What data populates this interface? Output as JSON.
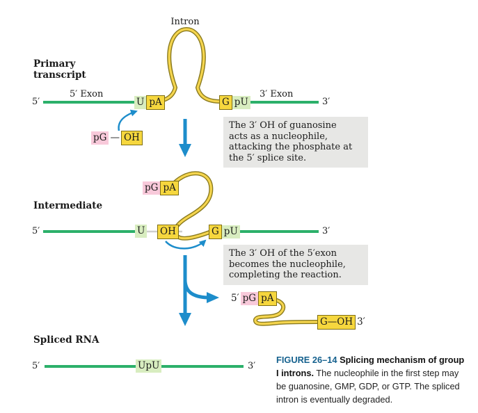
{
  "title": "Splicing mechanism of group I introns",
  "colors": {
    "rna_green": "#2cb06a",
    "intron_yellow": "#f5d54e",
    "intron_outline": "#8a7a1e",
    "arrow_blue": "#1d8dcb",
    "chip_green": "#d8edc0",
    "chip_pink": "#f8c9da",
    "chip_yellow": "#f6d73e",
    "chip_yellow_border": "#7e6e14",
    "callout_gray": "#e7e7e5",
    "caption_blue": "#15618e"
  },
  "labels": {
    "intron": "Intron",
    "primary1": "Primary",
    "primary2": "transcript",
    "intermediate": "Intermediate",
    "spliced_rna": "Spliced RNA",
    "exon5": "5′ Exon",
    "exon3": "3′ Exon",
    "p5": "5′",
    "p3": "3′"
  },
  "seq": {
    "upa_u": "U",
    "upa_pa": "pA",
    "gpu_g": "G",
    "gpu_pu": "pU",
    "pg": "pG",
    "dash": "—",
    "oh": "OH",
    "pgpa_pg": "pG",
    "pgpa_pa": "pA",
    "u2": "U",
    "oh2": "OH",
    "gpu2_g": "G",
    "gpu2_pu": "pU",
    "prod_5": "5′",
    "prod_pg": "pG",
    "prod_pa": "pA",
    "prod_goh": "G—OH",
    "prod_3": "3′",
    "upu": "UpU"
  },
  "callouts": {
    "step1": [
      "The 3′ OH of guanosine",
      "acts as a nucleophile,",
      "attacking the phosphate at",
      "the 5′ splice site."
    ],
    "step2": [
      "The 3′ OH of the 5′exon",
      "becomes the nucleophile,",
      "completing the reaction."
    ]
  },
  "caption": {
    "figure_label": "FIGURE 26–14",
    "bold_title": "Splicing mechanism of group I introns.",
    "body": "The nucleophile in the first step may be guanosine, GMP, GDP, or GTP. The spliced intron is eventually degraded."
  }
}
